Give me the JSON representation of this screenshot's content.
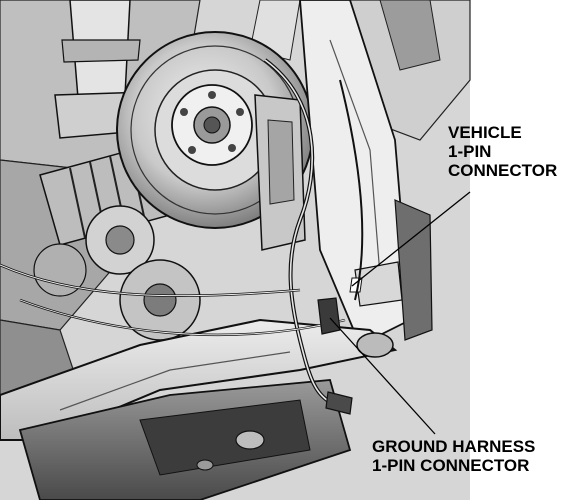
{
  "callouts": {
    "vehicle_connector": {
      "lines": [
        "VEHICLE",
        "1-PIN",
        "CONNECTOR"
      ]
    },
    "ground_connector": {
      "lines": [
        "GROUND HARNESS",
        "1-PIN CONNECTOR"
      ]
    }
  },
  "colors": {
    "background": "#ffffff",
    "ink": "#000000",
    "shade_light": "#d8d8d8",
    "shade_mid": "#a9a9a9",
    "shade_dark": "#5a5a5a"
  },
  "depicted_parts": [
    "brake-disc-rotor",
    "wheel-hub",
    "cv-axle-boot",
    "lower-control-arm",
    "splash-shield",
    "wiring-harness",
    "vehicle-1-pin-connector",
    "ground-harness-1-pin-connector"
  ]
}
